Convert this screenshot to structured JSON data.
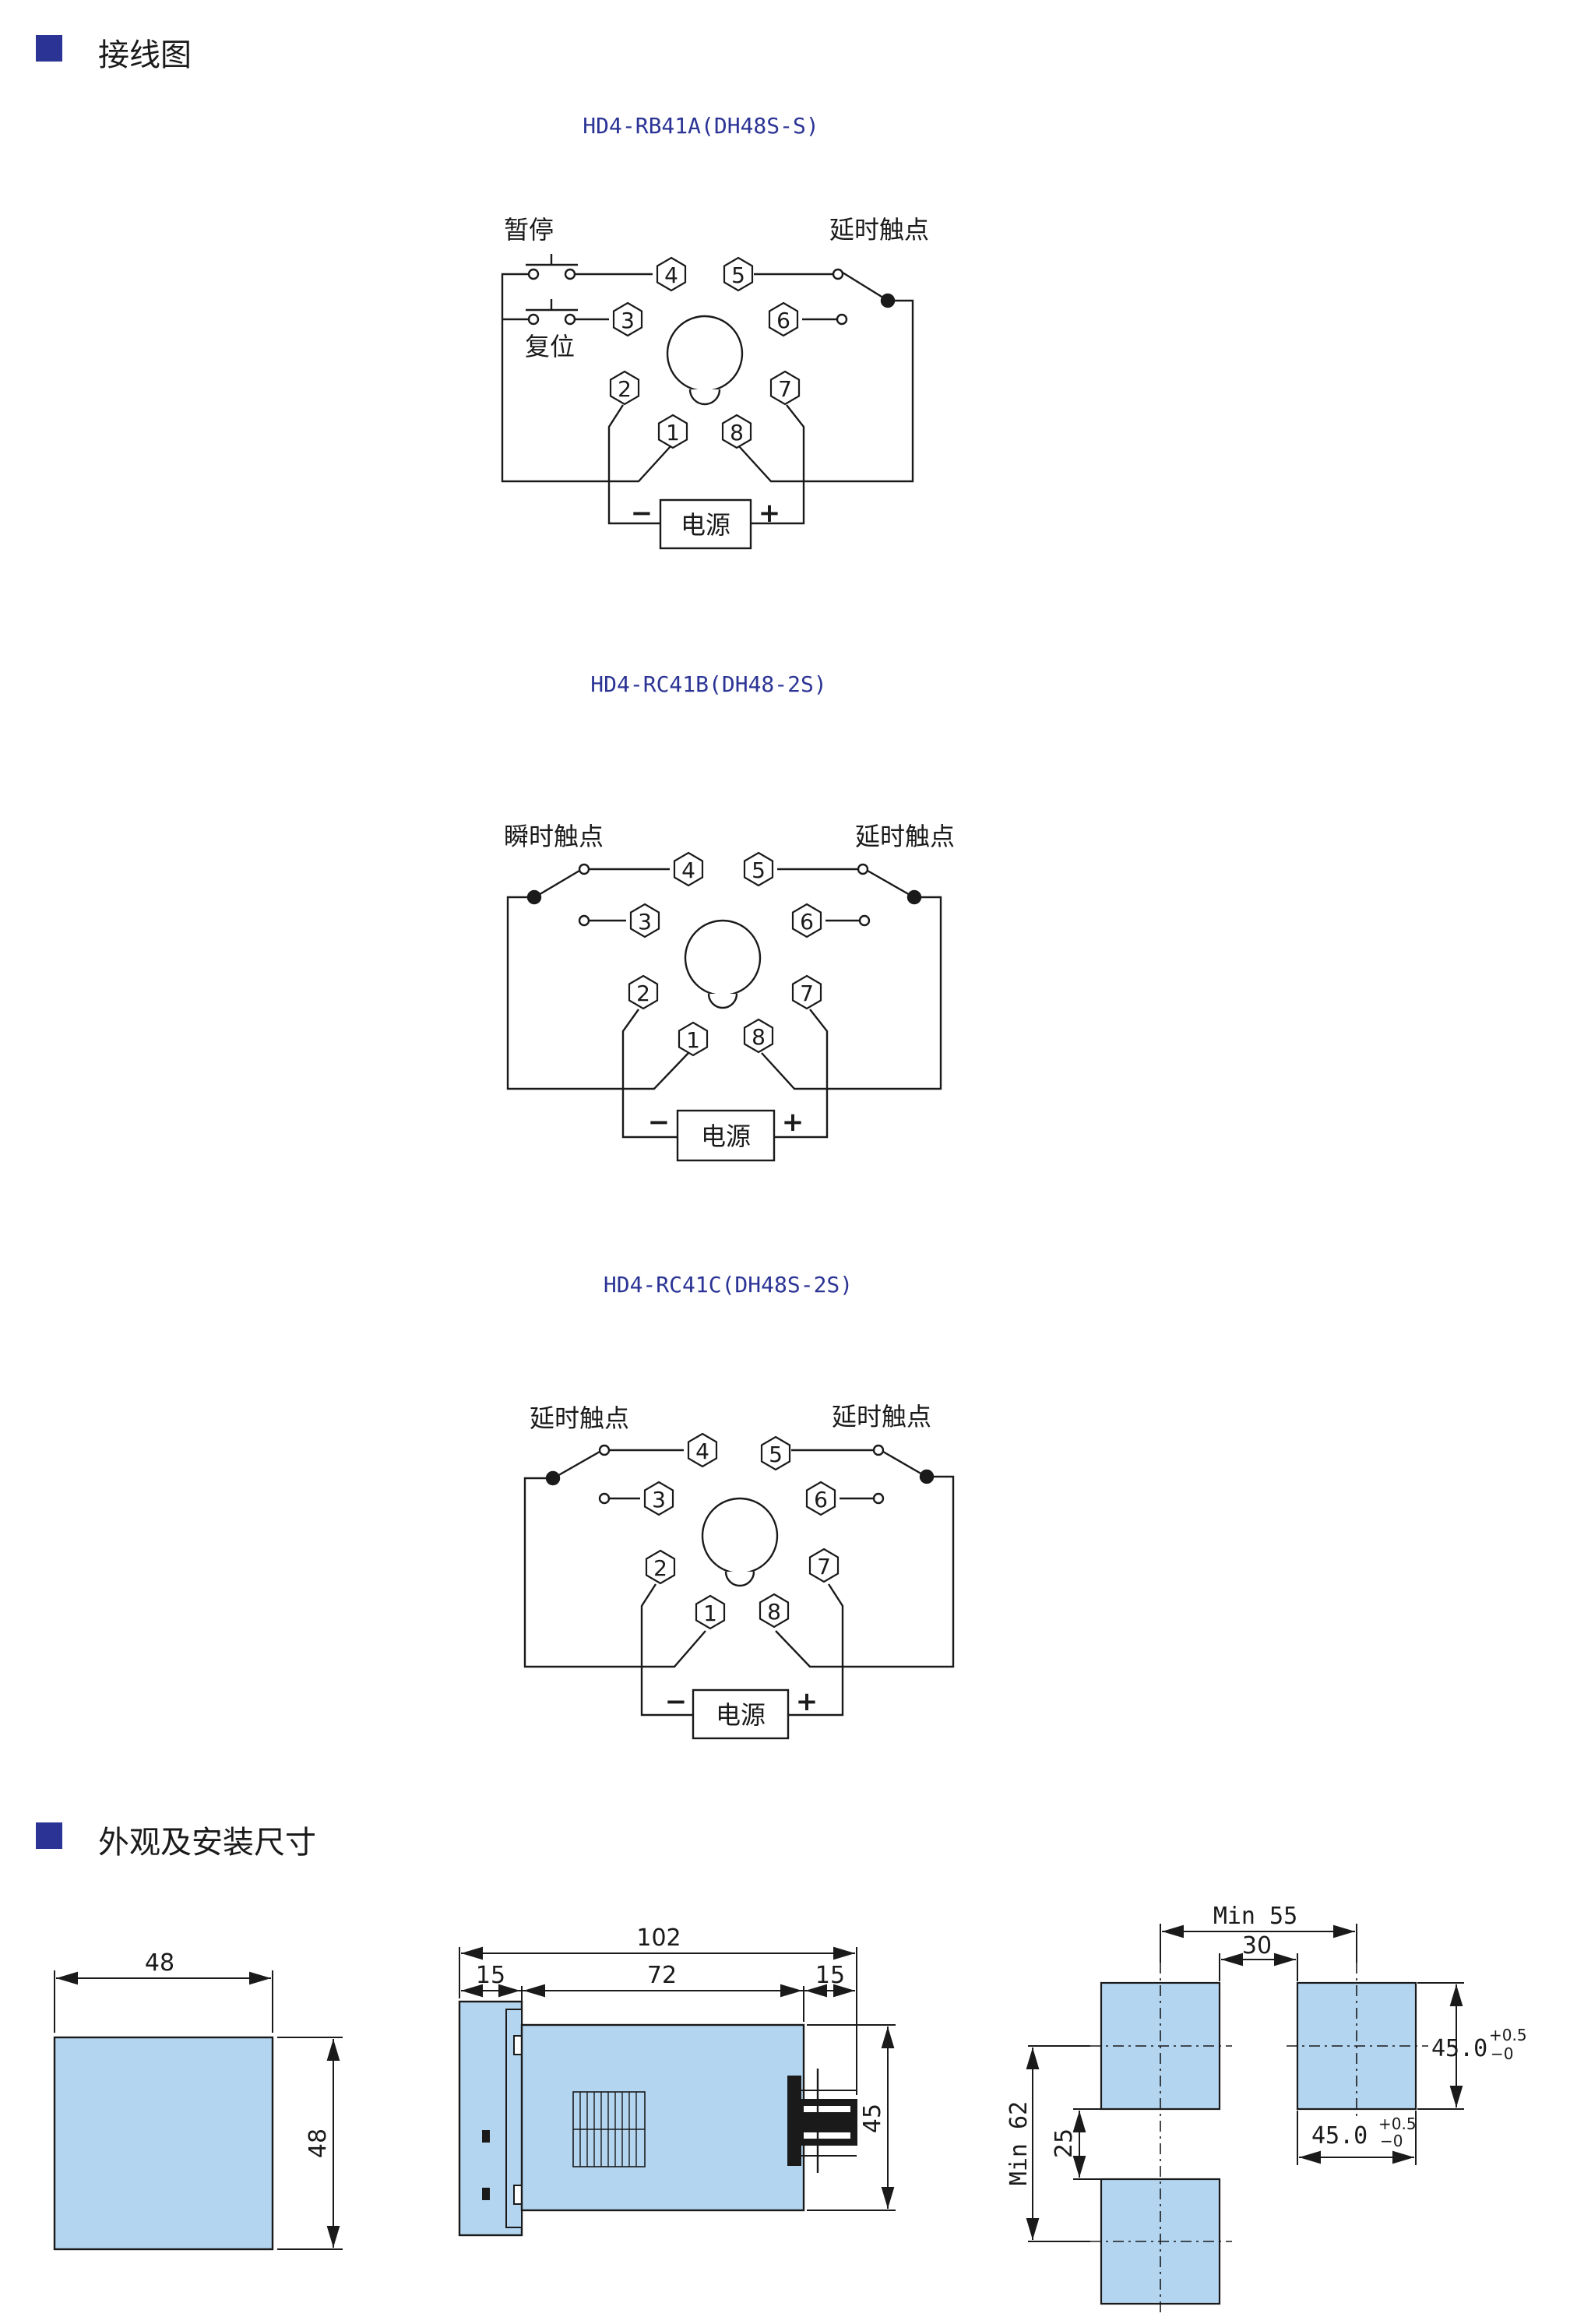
{
  "sections": {
    "wiring_title": "接线图",
    "dimensions_title": "外观及安装尺寸"
  },
  "colors": {
    "accent": "#2b3495",
    "box_fill": "#b3d5f0"
  },
  "diagrams": [
    {
      "model": "HD4-RB41A(DH48S-S)",
      "left_label_top": "暂停",
      "left_label_bottom": "复位",
      "right_label": "延时触点",
      "power": "电源",
      "minus": "−",
      "plus": "+",
      "pins": [
        "1",
        "2",
        "3",
        "4",
        "5",
        "6",
        "7",
        "8"
      ]
    },
    {
      "model": "HD4-RC41B(DH48-2S)",
      "left_label": "瞬时触点",
      "right_label": "延时触点",
      "power": "电源",
      "minus": "−",
      "plus": "+",
      "pins": [
        "1",
        "2",
        "3",
        "4",
        "5",
        "6",
        "7",
        "8"
      ]
    },
    {
      "model": "HD4-RC41C(DH48S-2S)",
      "left_label": "延时触点",
      "right_label": "延时触点",
      "power": "电源",
      "minus": "−",
      "plus": "+",
      "pins": [
        "1",
        "2",
        "3",
        "4",
        "5",
        "6",
        "7",
        "8"
      ]
    }
  ],
  "dimensions": {
    "front": {
      "width": "48",
      "height": "48"
    },
    "side": {
      "total": "102",
      "left": "15",
      "middle": "72",
      "right": "15",
      "height": "45"
    },
    "cutout": {
      "min_pitch_h": "Min 55",
      "gap_h": "30",
      "hole_h": "45.0",
      "hole_w": "45.0",
      "tol_plus": "+0.5",
      "tol_minus": "−0",
      "min_pitch_v": "Min 62",
      "gap_v": "25"
    }
  }
}
